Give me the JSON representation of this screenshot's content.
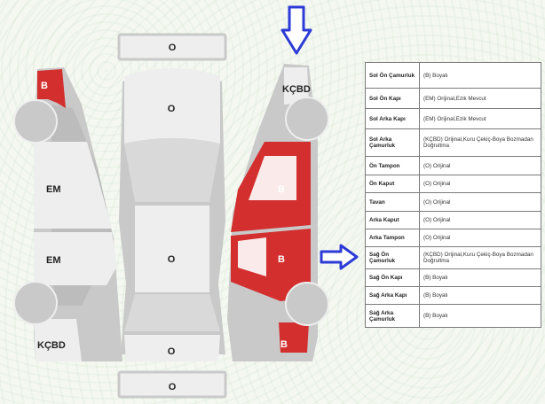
{
  "diagram": {
    "labels": {
      "front_bumper": "O",
      "rear_bumper": "O",
      "hood": "O",
      "roof": "O",
      "trunk": "O",
      "left_front_fender": "B",
      "left_front_door": "EM",
      "left_rear_door": "EM",
      "left_rear_fender": "KÇBD",
      "right_front_fender": "KÇBD",
      "right_front_door": "B",
      "right_rear_door": "B",
      "right_rear_fender": "B"
    },
    "colors": {
      "painted": "#d32f2f",
      "panel": "#eeeeee",
      "shadow": "#c9c9c9",
      "arrow": "#2d3bd6"
    },
    "icons": [
      "arrow-down-icon",
      "arrow-right-icon"
    ]
  },
  "table": [
    {
      "part": "Sol Ön Çamurluk",
      "code": "(B)",
      "desc": "Boyalı"
    },
    {
      "part": "Sol Ön Kapı",
      "code": "(EM)",
      "desc": "Orijinal,Ezik Mevcut"
    },
    {
      "part": "Sol Arka Kapı",
      "code": "(EM)",
      "desc": "Orijinal,Ezik Mevcut"
    },
    {
      "part": "Sol Arka Çamurluk",
      "code": "(KÇBD)",
      "desc": "Orijinal,Kuru Çekiç-Boya Bozmadan Doğrultma"
    },
    {
      "part": "Ön Tampon",
      "code": "(O)",
      "desc": "Orijinal"
    },
    {
      "part": "Ön Kaput",
      "code": "(O)",
      "desc": "Orijinal"
    },
    {
      "part": "Tavan",
      "code": "(O)",
      "desc": "Orijinal"
    },
    {
      "part": "Arka Kaput",
      "code": "(O)",
      "desc": "Orijinal"
    },
    {
      "part": "Arka Tampon",
      "code": "(O)",
      "desc": "Orijinal"
    },
    {
      "part": "Sağ Ön Çamurluk",
      "code": "(KÇBD)",
      "desc": "Orijinal,Kuru Çekiç-Boya Bozmadan Doğrultma"
    },
    {
      "part": "Sağ Ön Kapı",
      "code": "(B)",
      "desc": "Boyalı"
    },
    {
      "part": "Sağ Arka Kapı",
      "code": "(B)",
      "desc": "Boyalı"
    },
    {
      "part": "Sağ Arka Çamurluk",
      "code": "(B)",
      "desc": "Boyalı"
    }
  ]
}
